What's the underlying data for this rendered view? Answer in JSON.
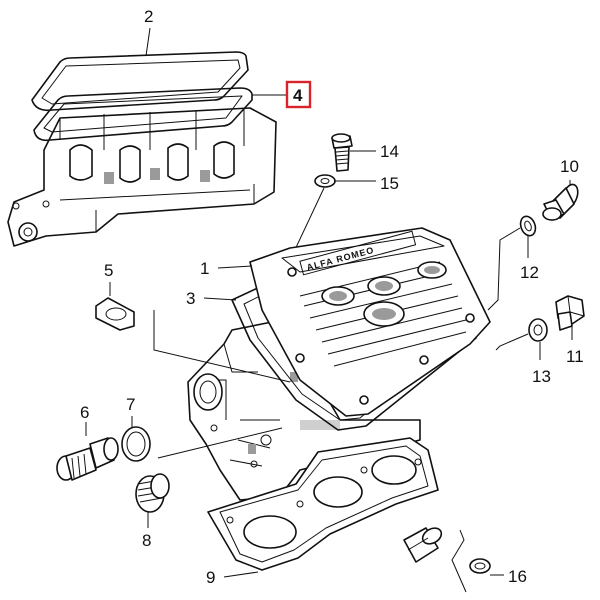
{
  "diagram": {
    "highlight_color": "#d8232a",
    "highlighted_part": "4",
    "valve_cover_logo": "ALFA ROMEO",
    "callouts": {
      "c1": "1",
      "c2": "2",
      "c3": "3",
      "c4": "4",
      "c5": "5",
      "c6": "6",
      "c7": "7",
      "c8": "8",
      "c9": "9",
      "c10": "10",
      "c11": "11",
      "c12": "12",
      "c13": "13",
      "c14": "14",
      "c15": "15",
      "c16": "16"
    }
  }
}
